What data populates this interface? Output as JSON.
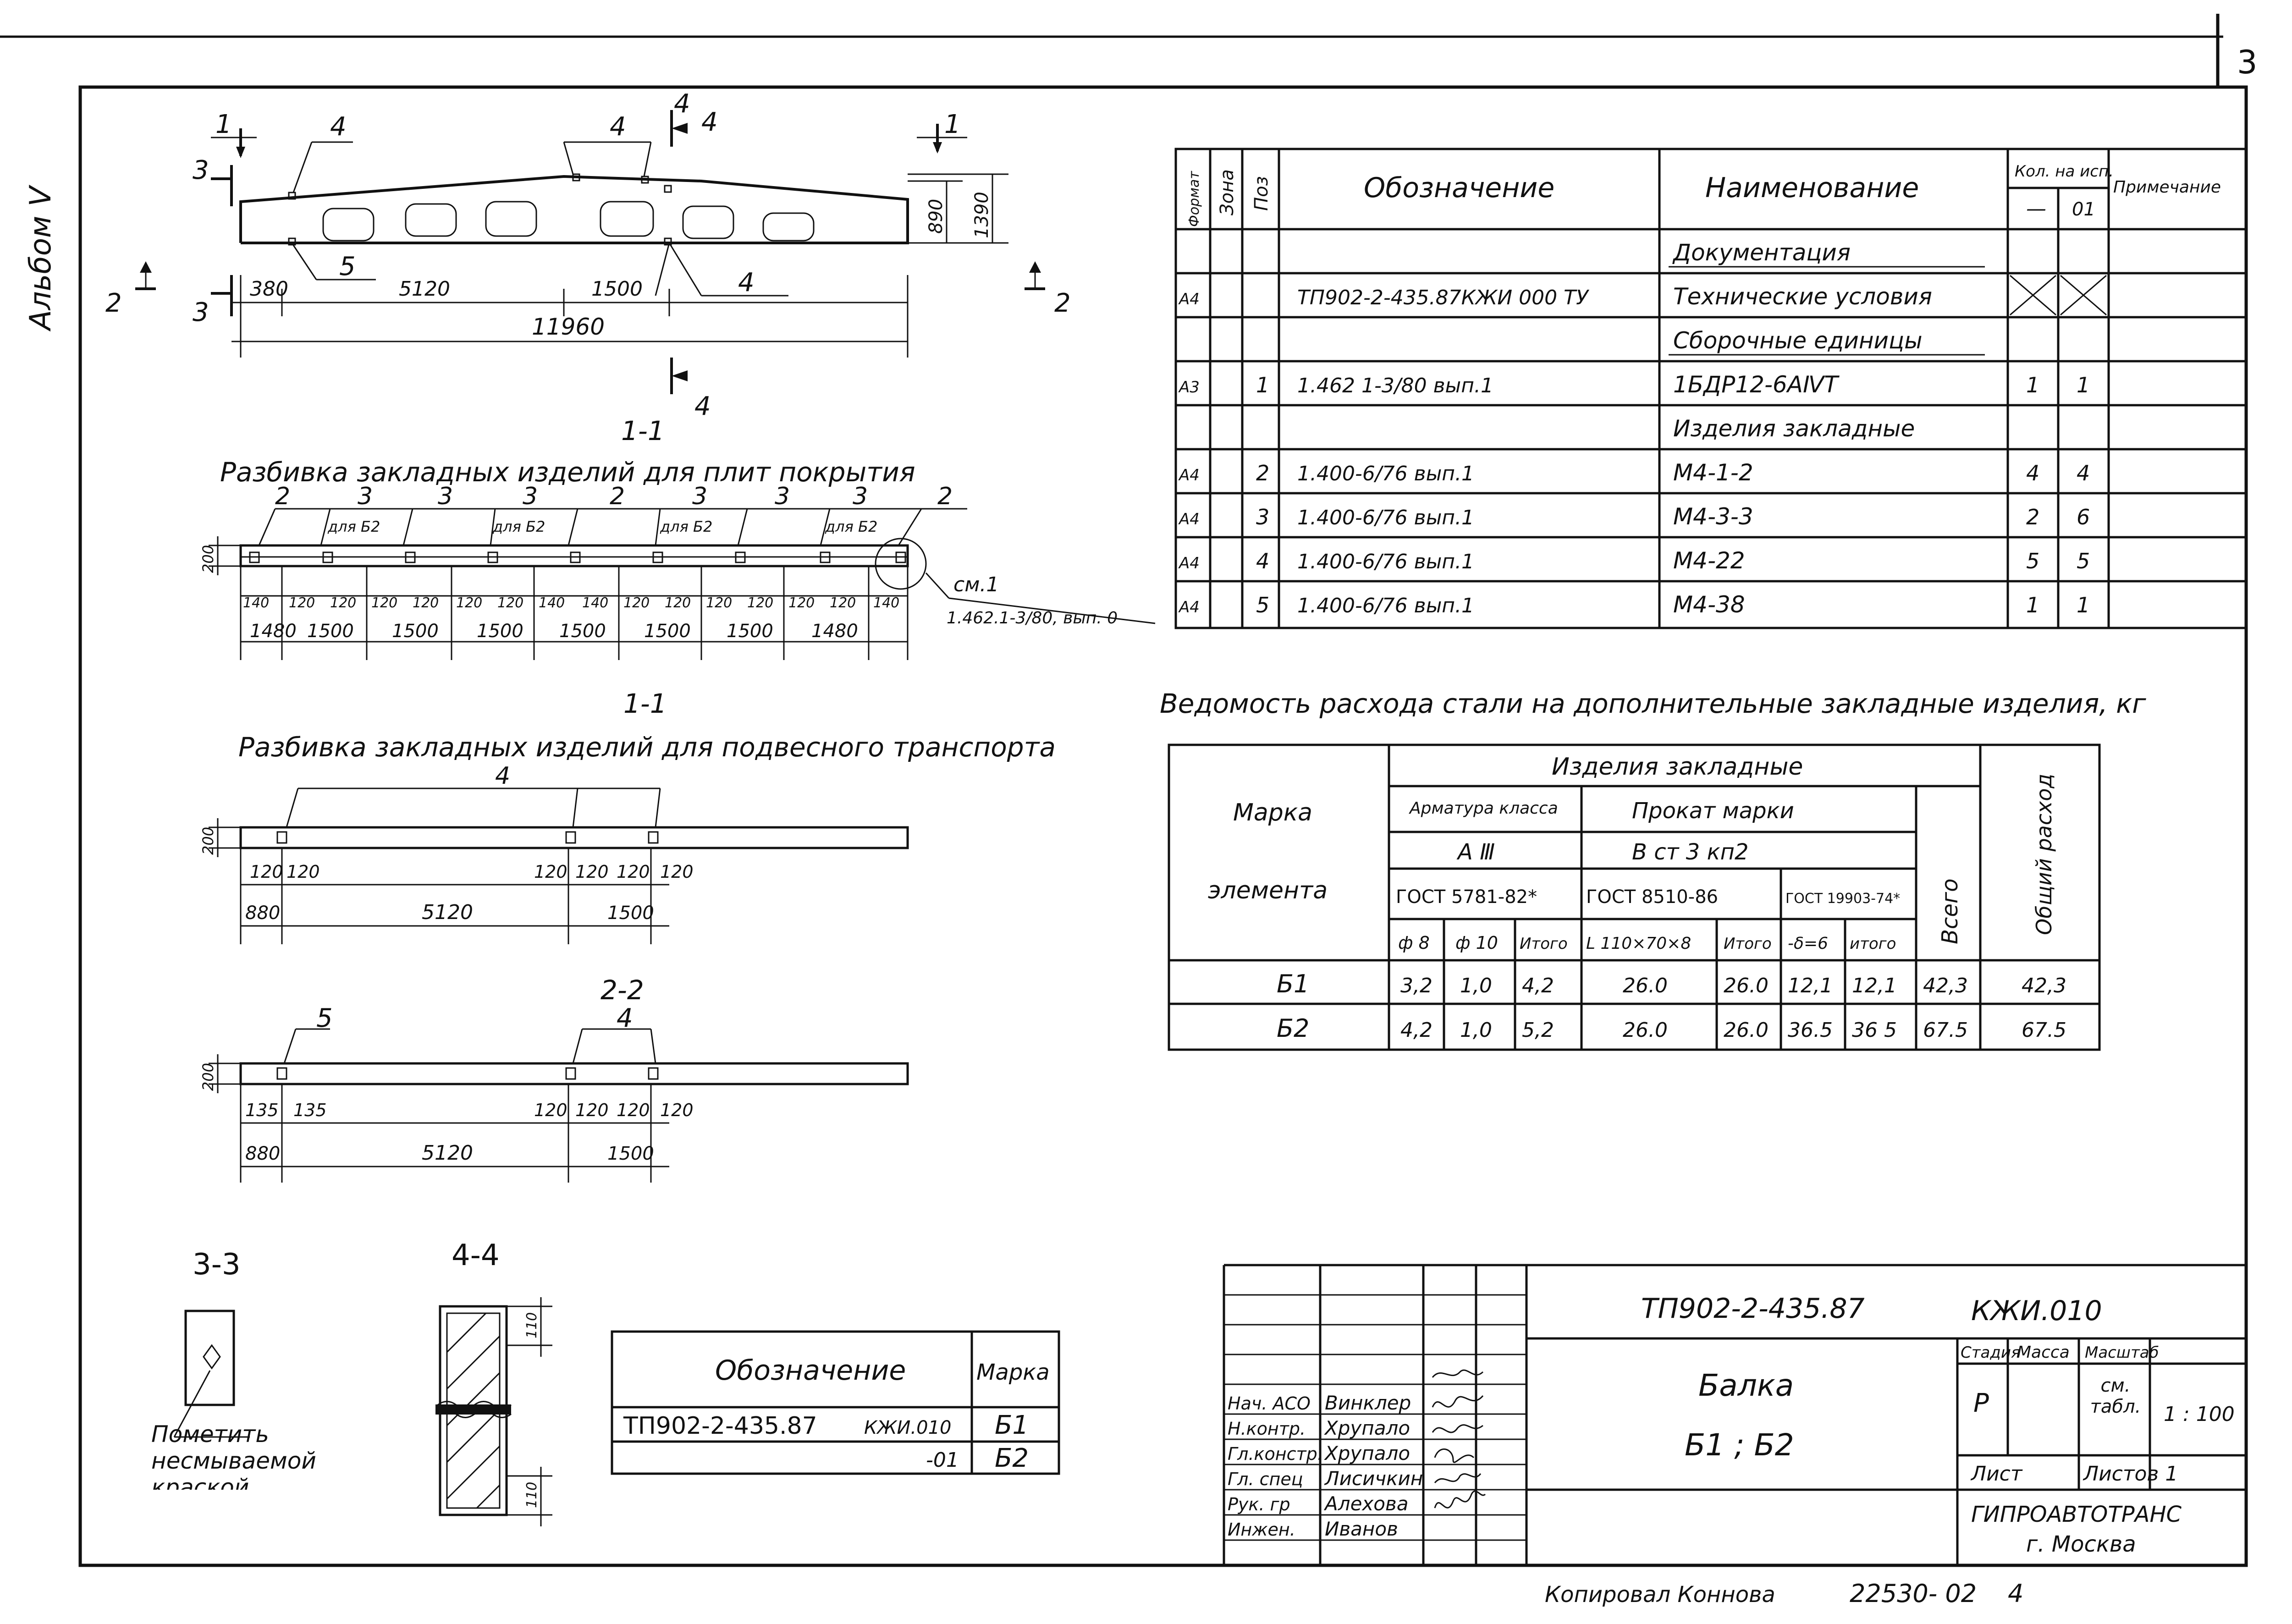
{
  "sheet": {
    "number": "3",
    "album": "Альбом V",
    "copied_by": "Копировал Коннова",
    "order_no": "22530- 02",
    "format_no": "4"
  },
  "elevation": {
    "dims": [
      "380",
      "5120",
      "1500",
      "11960",
      "890",
      "1390"
    ],
    "callouts": [
      "4",
      "4",
      "4",
      "5",
      "4"
    ],
    "section_marks": [
      "1",
      "1",
      "2",
      "2",
      "3",
      "3",
      "4",
      "4"
    ]
  },
  "view1": {
    "section": "1-1",
    "title": "Разбивка закладных изделий для плит покрытия",
    "marks": [
      "2",
      "3",
      "3",
      "3",
      "2",
      "3",
      "3",
      "3",
      "2",
      "для Б2",
      "для Б2",
      "для Б2",
      "для Б2"
    ],
    "small_dims": [
      "140",
      "120",
      "120",
      "120",
      "120",
      "120",
      "120",
      "140",
      "140",
      "120",
      "120",
      "120",
      "120",
      "120",
      "120",
      "140"
    ],
    "dims": [
      "1480",
      "1500",
      "1500",
      "1500",
      "1500",
      "1500",
      "1500",
      "1480"
    ],
    "height": "200",
    "ref_label": "см.1",
    "ref_text": "1.462.1-3/80, вып. 0"
  },
  "view2": {
    "section": "1-1",
    "title": "Разбивка закладных изделий для подвесного транспорта",
    "mark": "4",
    "small_dims": [
      "120",
      "120",
      "120",
      "120",
      "120",
      "120"
    ],
    "dims": [
      "880",
      "5120",
      "1500"
    ],
    "height": "200"
  },
  "view3": {
    "section": "2-2",
    "mark_a": "5",
    "mark_b": "4",
    "small_dims": [
      "135",
      "135",
      "120",
      "120",
      "120",
      "120"
    ],
    "dims": [
      "880",
      "5120",
      "1500"
    ],
    "height": "200"
  },
  "sec33": {
    "title": "3-3",
    "note": "Пометить несмываемой краской"
  },
  "sec44": {
    "title": "4-4",
    "dims": [
      "110",
      "110"
    ]
  },
  "marks_table": {
    "headers": [
      "Обозначение",
      "Марка"
    ],
    "rows": [
      [
        "ТП902-2-435.87",
        "КЖИ.010",
        "Б1"
      ],
      [
        "",
        "-01",
        "Б2"
      ]
    ]
  },
  "spec": {
    "headers": [
      "Формат",
      "Зона",
      "Поз",
      "Обозначение",
      "Наименование",
      "Кол. на исп.",
      "—",
      "01",
      "Примечание"
    ],
    "rows": [
      {
        "fmt": "",
        "zone": "",
        "pos": "",
        "designation": "",
        "name": "Документация",
        "q1": "",
        "q2": "",
        "note": ""
      },
      {
        "fmt": "А4",
        "zone": "",
        "pos": "",
        "designation": "ТП902-2-435.87КЖИ 000 ТУ",
        "name": "Технические условия",
        "q1": "",
        "q2": "",
        "note": ""
      },
      {
        "fmt": "",
        "zone": "",
        "pos": "",
        "designation": "",
        "name": "Сборочные единицы",
        "q1": "",
        "q2": "",
        "note": ""
      },
      {
        "fmt": "А3",
        "zone": "",
        "pos": "1",
        "designation": "1.462 1-3/80   вып.1",
        "name": "1БДР12-6АⅣТ",
        "q1": "1",
        "q2": "1",
        "note": ""
      },
      {
        "fmt": "",
        "zone": "",
        "pos": "",
        "designation": "",
        "name": "Изделия   закладные",
        "q1": "",
        "q2": "",
        "note": ""
      },
      {
        "fmt": "А4",
        "zone": "",
        "pos": "2",
        "designation": "1.400-6/76   вып.1",
        "name": "М4-1-2",
        "q1": "4",
        "q2": "4",
        "note": ""
      },
      {
        "fmt": "А4",
        "zone": "",
        "pos": "3",
        "designation": "1.400-6/76   вып.1",
        "name": "М4-3-3",
        "q1": "2",
        "q2": "6",
        "note": ""
      },
      {
        "fmt": "А4",
        "zone": "",
        "pos": "4",
        "designation": "1.400-6/76   вып.1",
        "name": "М4-22",
        "q1": "5",
        "q2": "5",
        "note": ""
      },
      {
        "fmt": "А4",
        "zone": "",
        "pos": "5",
        "designation": "1.400-6/76   вып.1",
        "name": "М4-38",
        "q1": "1",
        "q2": "1",
        "note": ""
      }
    ]
  },
  "steel": {
    "title": "Ведомость расхода стали на дополнительные закладные изделия, кг",
    "h_mark": "Марка",
    "h_element": "элемента",
    "h_items": "Изделия   закладные",
    "h_rebar": "Арматура класса",
    "h_rebar_class": "А Ⅲ",
    "h_rebar_gost": "ГОСТ 5781-82*",
    "h_rolled": "Прокат   марки",
    "h_rolled_grade": "В ст 3  кп2",
    "h_rolled_gost1": "ГОСТ 8510-86",
    "h_rolled_gost2": "ГОСТ 19903-74*",
    "h_total": "Всего",
    "h_overall": "Общий расход",
    "sub": [
      "ф 8",
      "ф 10",
      "Итого",
      "L 110×70×8",
      "Итого",
      "-δ=6",
      "итого"
    ],
    "rows": [
      [
        "Б1",
        "3,2",
        "1,0",
        "4,2",
        "26.0",
        "26.0",
        "12,1",
        "12,1",
        "42,3",
        "42,3"
      ],
      [
        "Б2",
        "4,2",
        "1,0",
        "5,2",
        "26.0",
        "26.0",
        "36.5",
        "36 5",
        "67.5",
        "67.5"
      ]
    ]
  },
  "stamp": {
    "code": "ТП902-2-435.87",
    "doc": "КЖИ.010",
    "title1": "Балка",
    "title2": "Б1 ;  Б2",
    "h_stage": "Стадия",
    "h_mass": "Масса",
    "h_scale": "Масштаб",
    "stage": "Р",
    "mass": "см. табл.",
    "scale": "1 : 100",
    "sheet_label": "Лист",
    "sheets_label": "Листов 1",
    "org1": "ГИПРОАВТОТРАНС",
    "org2": "г. Москва",
    "staff": [
      [
        "Нач. АСО",
        "Винклер"
      ],
      [
        "Н.контр.",
        "Хрупало"
      ],
      [
        "Гл.констр.",
        "Хрупало"
      ],
      [
        "Гл. спец",
        "Лисичкин"
      ],
      [
        "Рук. гр",
        "Алехова"
      ],
      [
        "Инжен.",
        "Иванов"
      ]
    ]
  }
}
